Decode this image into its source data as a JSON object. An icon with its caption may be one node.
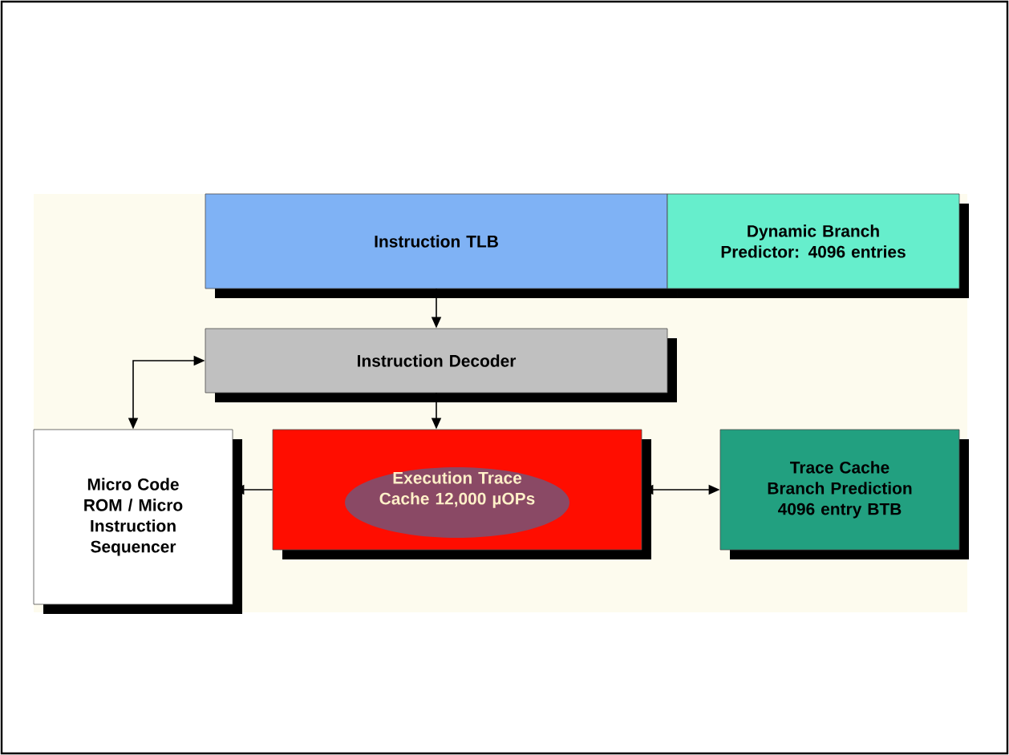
{
  "diagram": {
    "nodes": [
      {
        "text": [
          "Instruction TLB"
        ]
      },
      {
        "text": [
          "Dynamic Branch Predictor: 4096 entries"
        ]
      },
      {
        "text": [
          "Instruction Decoder"
        ]
      },
      {
        "text": [
          "Micro Code ROM / Micro Instruction Sequencer"
        ]
      },
      {
        "text": [
          "Execution Trace Cache 12,000 µOPs"
        ]
      },
      {
        "text": [
          "Trace Cache Branch Prediction 4096 entry BTB"
        ]
      }
    ],
    "edges": [
      {
        "from": 0,
        "to": 2,
        "arrow": "to"
      },
      {
        "from": 3,
        "to": 2,
        "arrow": "both"
      },
      {
        "from": 2,
        "to": 4,
        "arrow": "to"
      },
      {
        "from": 4,
        "to": 3,
        "arrow": "to"
      },
      {
        "from": 4,
        "to": 5,
        "arrow": "both"
      }
    ]
  }
}
